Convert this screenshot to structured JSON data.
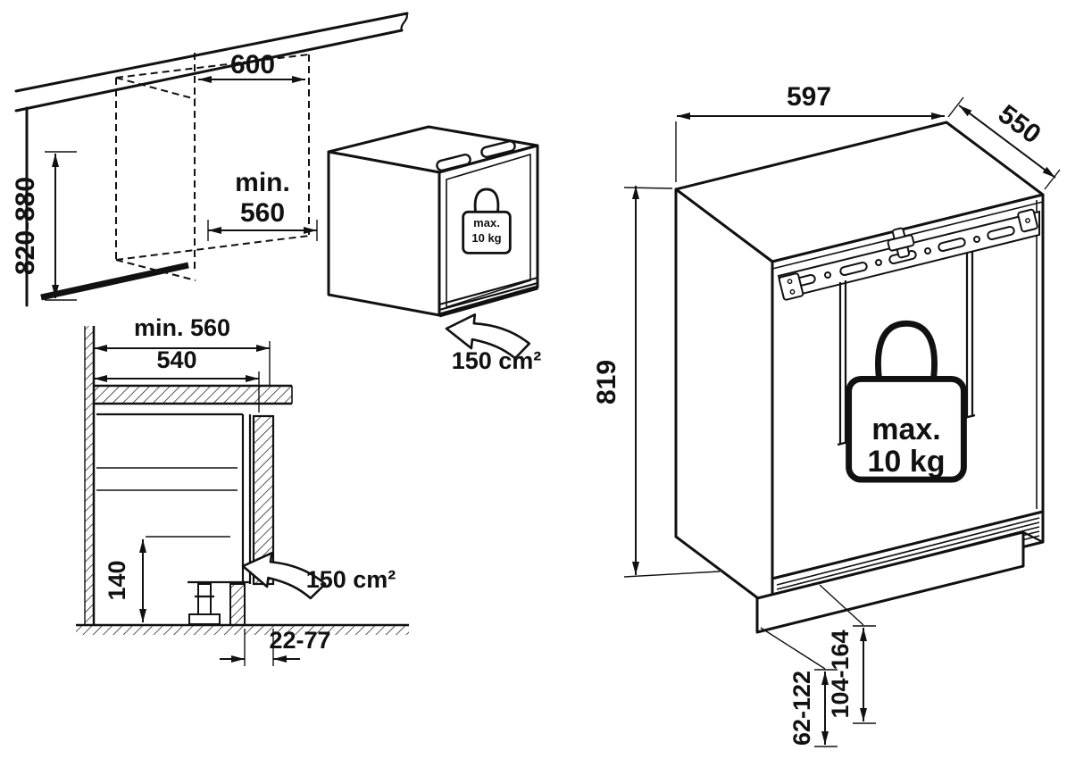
{
  "niche_view": {
    "niche_width": "600",
    "niche_depth_l1": "min.",
    "niche_depth_l2": "560",
    "niche_height": "820-880",
    "weight_l1": "max.",
    "weight_l2": "10 kg",
    "vent_area": "150 cm²"
  },
  "section_view": {
    "niche_depth": "min. 560",
    "counter_depth": "540",
    "plinth_height": "140",
    "plinth_recess": "22-77",
    "vent_area": "150 cm²"
  },
  "appliance_view": {
    "width": "597",
    "depth": "550",
    "height": "819",
    "weight_l1": "max.",
    "weight_l2": "10 kg",
    "adjust_low": "62-122",
    "adjust_high": "104-164"
  }
}
